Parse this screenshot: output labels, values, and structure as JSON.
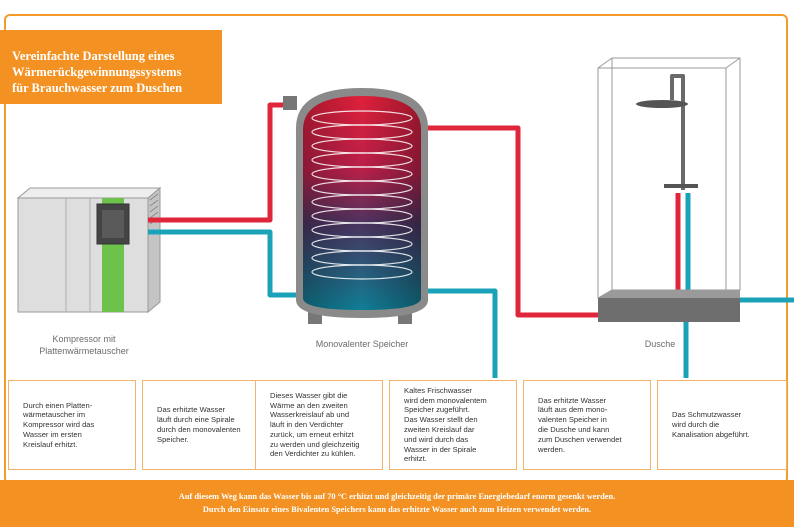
{
  "title": {
    "lines": [
      "Vereinfachte Darstellung eines",
      "Wärmerückgewinnungssystems",
      "für Brauchwasser zum Duschen"
    ]
  },
  "labels": {
    "compressor": "Kompressor mit\nPlattenwärmetauscher",
    "storage": "Monovalenter Speicher",
    "shower": "Dusche"
  },
  "steps": [
    "Durch einen Platten-\nwärmetauscher im\nKompressor wird das\nWasser im ersten\nKreislauf erhitzt.",
    "Das erhitzte Wasser\nläuft durch eine Spirale\ndurch den monovalenten\nSpeicher.",
    "Dieses Wasser gibt die\nWärme an den zweiten\nWasserkreislauf ab und\nläuft in den Verdichter\nzurück, um erneut erhitzt\nzu werden und gleichzeitig\nden Verdichter zu kühlen.",
    "Kaltes Frischwasser\nwird dem monovalentem\nSpeicher zugeführt.\nDas Wasser stellt den\nzweiten Kreislauf dar\nund wird durch das\nWasser in der Spirale\nerhitzt.",
    "Das erhitzte Wasser\nläuft aus dem mono-\nvalenten Speicher in\ndie Dusche und kann\nzum Duschen verwendet\nwerden.",
    "Das Schmutzwasser\nwird durch die\nKanalisation abgeführt."
  ],
  "footer": {
    "line1": "Auf diesem Weg kann das Wasser bis auf 70 °C erhitzt und gleichzeitig der primäre Energiebedarf enorm gesenkt werden.",
    "line2": "Durch den Einsatz eines Bivalenten Speichers kann das erhitzte Wasser auch zum Heizen verwendet werden."
  },
  "colors": {
    "accent": "#f39223",
    "hot": "#e0263a",
    "cold": "#1aa3b8",
    "compressor_stripe": "#6cc24a"
  }
}
